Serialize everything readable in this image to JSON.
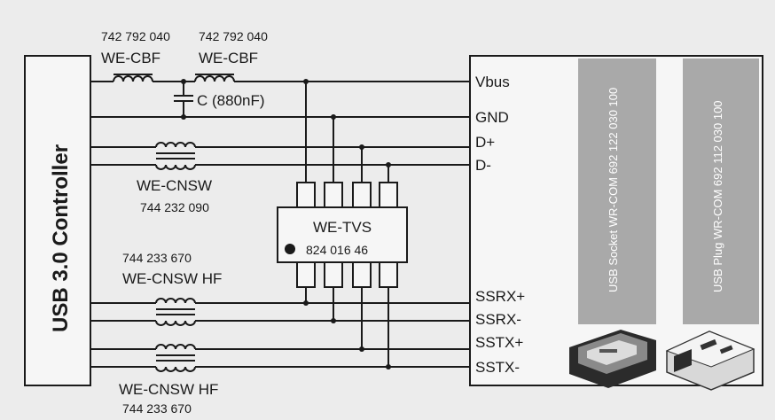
{
  "controller": {
    "label": "USB 3.0 Controller"
  },
  "filters": {
    "cbf1": {
      "part_no": "742 792 040",
      "name": "WE-CBF"
    },
    "cbf2": {
      "part_no": "742 792 040",
      "name": "WE-CBF"
    },
    "capacitor": {
      "label": "C (880nF)"
    },
    "cnsw": {
      "name": "WE-CNSW",
      "part_no": "744 232 090"
    },
    "cnsw_hf_top": {
      "part_no": "744 233 670",
      "name": "WE-CNSW HF"
    },
    "cnsw_hf_bottom": {
      "name": "WE-CNSW HF",
      "part_no": "744 233 670"
    }
  },
  "tvs": {
    "name": "WE-TVS",
    "part_no": "824 016 46"
  },
  "signals": [
    "Vbus",
    "GND",
    "D+",
    "D-",
    "SSRX+",
    "SSRX-",
    "SSTX+",
    "SSTX-"
  ],
  "connectors": {
    "socket": "USB Socket WR-COM 692 122 030 100",
    "plug": "USB Plug WR-COM 692 112 030 100"
  },
  "colors": {
    "line": "#1a1a1a",
    "background": "#ececec",
    "panel": "#f6f6f6",
    "strip": "#a9a9a9"
  }
}
